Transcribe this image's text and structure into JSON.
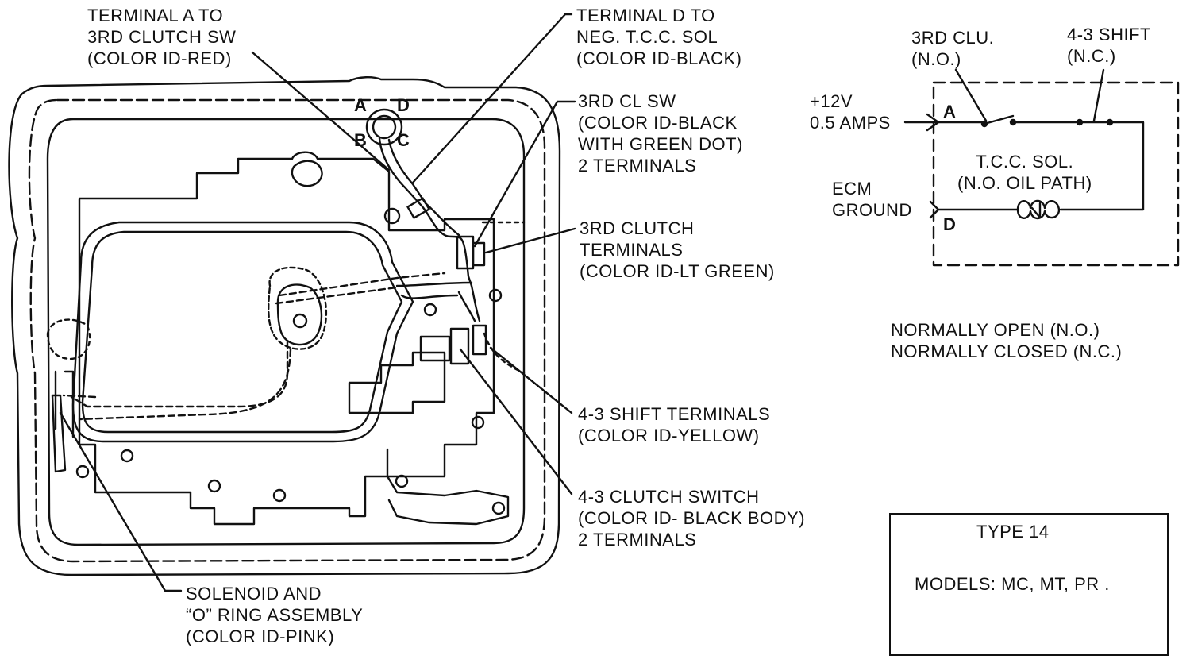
{
  "labels": {
    "terminal_a": [
      "TERMINAL A TO",
      "3RD CLUTCH SW",
      "(COLOR ID-RED)"
    ],
    "terminal_d": [
      "TERMINAL D TO",
      "NEG. T.C.C. SOL",
      "(COLOR ID-BLACK)"
    ],
    "third_cl_sw": [
      "3RD CL SW",
      "(COLOR ID-BLACK",
      "WITH GREEN DOT)",
      "2 TERMINALS"
    ],
    "third_clutch_terminals": [
      "3RD CLUTCH",
      "TERMINALS",
      "(COLOR ID-LT GREEN)"
    ],
    "shift_43_terminals": [
      "4-3 SHIFT TERMINALS",
      "(COLOR ID-YELLOW)"
    ],
    "clutch_43_switch": [
      "4-3 CLUTCH SWITCH",
      "(COLOR ID- BLACK BODY)",
      "2 TERMINALS"
    ],
    "solenoid": [
      "SOLENOID AND",
      "“O” RING ASSEMBLY",
      "(COLOR ID-PINK)"
    ]
  },
  "connector_pins": {
    "a": "A",
    "b": "B",
    "c": "C",
    "d": "D"
  },
  "schematic": {
    "third_clu": [
      "3RD CLU.",
      "(N.O.)"
    ],
    "shift_43": [
      "4-3 SHIFT",
      "(N.C.)"
    ],
    "supply": [
      "+12V",
      "0.5 AMPS"
    ],
    "ecm_ground": [
      "ECM",
      "GROUND"
    ],
    "tcc_sol": [
      "T.C.C. SOL.",
      "(N.O. OIL PATH)"
    ],
    "pin_a": "A",
    "pin_d": "D"
  },
  "legend": [
    "NORMALLY OPEN (N.O.)",
    "NORMALLY CLOSED (N.C.)"
  ],
  "type_box": {
    "type": "TYPE 14",
    "models": "MODELS: MC, MT, PR ."
  }
}
